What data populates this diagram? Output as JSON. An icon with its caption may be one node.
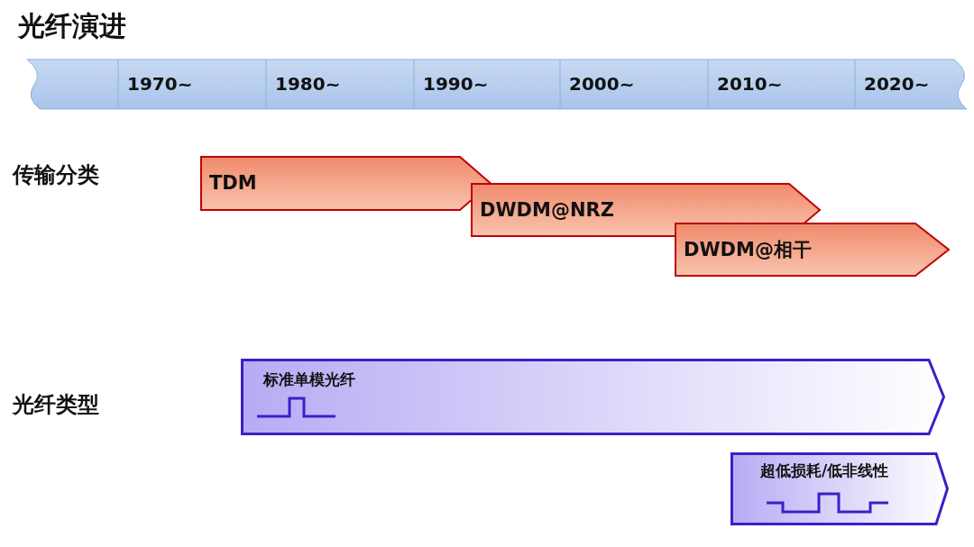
{
  "diagram": {
    "title": "光纤演进",
    "nodes": [
      {
        "text": [
          "TDM"
        ]
      },
      {
        "text": [
          "DWDM@NRZ"
        ]
      },
      {
        "text": [
          "DWDM@相干"
        ]
      },
      {
        "text": [
          "标准单模光纤"
        ]
      },
      {
        "text": [
          "超低损耗/低非线性"
        ]
      }
    ],
    "labels": [
      "1970~",
      "1980~",
      "1990~",
      "2000~",
      "2010~",
      "2020~",
      "传输分类",
      "光纤类型"
    ]
  }
}
